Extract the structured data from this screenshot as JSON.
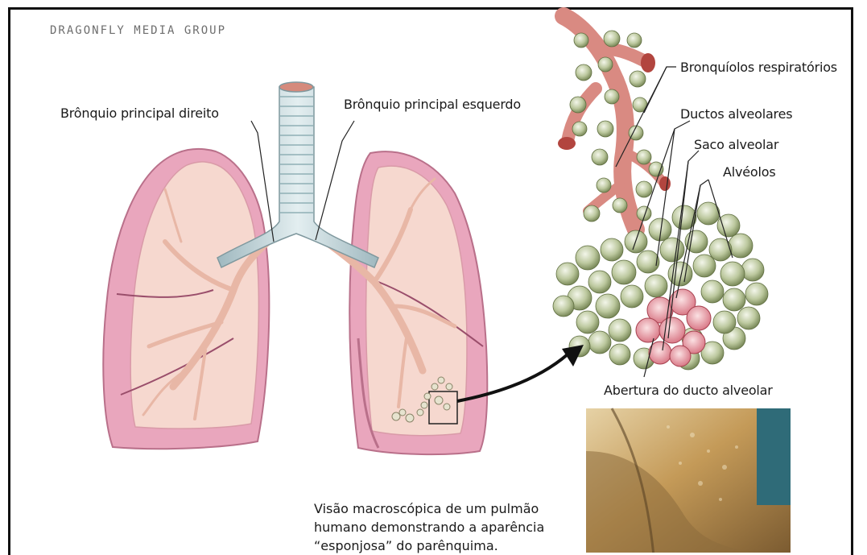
{
  "logo": {
    "text": "DRAGONFLY MEDIA GROUP"
  },
  "labels": {
    "right_main_bronchus": "Brônquio principal direito",
    "left_main_bronchus": "Brônquio principal esquerdo",
    "respiratory_bronchioles": "Bronquíolos respiratórios",
    "alveolar_ducts": "Ductos alveolares",
    "alveolar_sac": "Saco alveolar",
    "alveoli": "Alvéolos",
    "alveolar_duct_opening": "Abertura do ducto alveolar"
  },
  "caption": {
    "line1": "Visão macroscópica de um pulmão",
    "line2": "humano demonstrando a aparência",
    "line3": "“esponjosa” do parênquima."
  },
  "colors": {
    "lung_fill": "#f6d8cf",
    "lung_edge": "#d99aa8",
    "lung_shadow": "#c97f97",
    "trachea": "#c9dade",
    "bronchiole": "#e8a7a0",
    "alveoli": "#b7c49a",
    "photo": "#c9a86e"
  }
}
